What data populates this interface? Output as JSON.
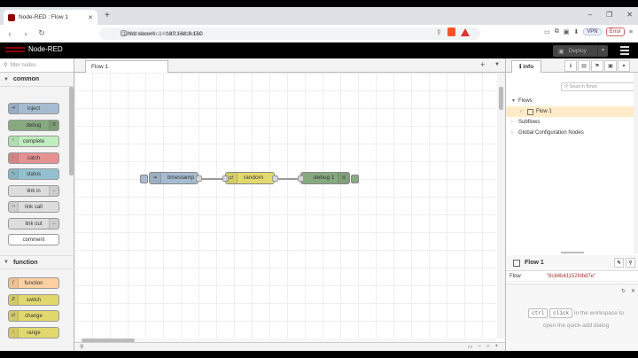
{
  "browser": {
    "tab_title": "Node-RED : Flow 1",
    "new_tab": "+",
    "window_controls": [
      "–",
      "❐",
      "✕"
    ],
    "not_secure": "Not secure",
    "url_host": "192.168.8.160",
    "url_rest": ":1880/#flow/8c84b41152fdbd7e",
    "vpn_label": "VPN",
    "error_label": "Error"
  },
  "app": {
    "brand": "Node-RED",
    "deploy_label": "Deploy"
  },
  "palette": {
    "filter_placeholder": "filter nodes",
    "categories": [
      {
        "name": "common",
        "nodes": [
          "inject",
          "debug",
          "complete",
          "catch",
          "status",
          "link in",
          "link call",
          "link out",
          "comment"
        ]
      },
      {
        "name": "function",
        "nodes": [
          "function",
          "switch",
          "change",
          "range"
        ]
      }
    ],
    "colors": {
      "inject": "#a6bbcf",
      "debug": "#87a980",
      "complete": "#c0edc0",
      "catch": "#e49191",
      "status": "#94c1d0",
      "link": "#dddddd",
      "comment": "#ffffff",
      "function": "#fdd0a2",
      "switch": "#e2d96e",
      "change": "#e2d96e",
      "range": "#e2d96e"
    }
  },
  "workspace": {
    "tab_label": "Flow 1",
    "add_icon": "+",
    "nodes": [
      {
        "label": "timestamp",
        "type": "inject",
        "color": "#a6bbcf"
      },
      {
        "label": "random",
        "type": "function",
        "color": "#e2d96e"
      },
      {
        "label": "debug 1",
        "type": "debug",
        "color": "#87a980"
      }
    ]
  },
  "sidebar": {
    "tab_label": "info",
    "search_placeholder": "Search flows",
    "tree": {
      "flows_label": "Flows",
      "flow_item": "Flow 1",
      "subflows_label": "Subflows",
      "global_label": "Global Configuration Nodes"
    },
    "flow_info": {
      "title": "Flow 1",
      "key": "Flow",
      "value": "\"8c84b41152fdbd7e\""
    },
    "help": {
      "key1": "ctrl",
      "key2": "click",
      "text1": "in the workspace to",
      "text2": "open the quick-add dialog"
    }
  }
}
